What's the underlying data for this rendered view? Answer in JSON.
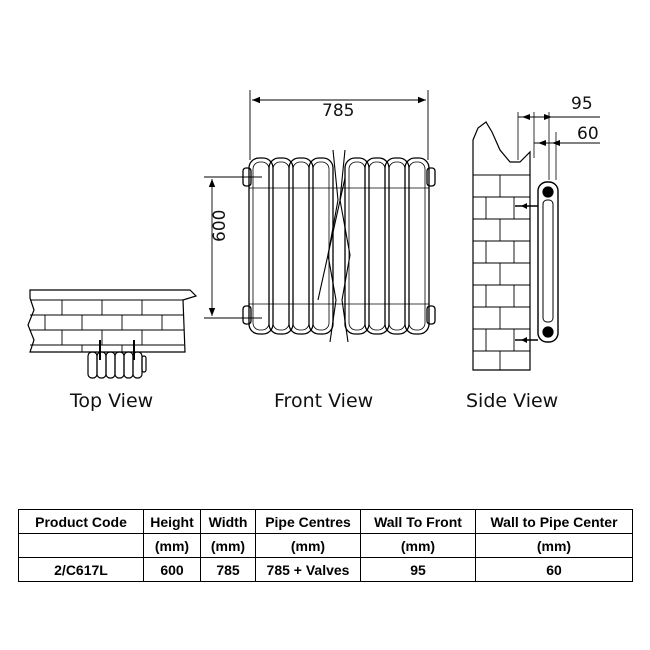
{
  "dimensions": {
    "overall_width": "785",
    "height": "600",
    "wall_to_front": "95",
    "wall_to_pipe": "60"
  },
  "views": {
    "top": "Top View",
    "front": "Front View",
    "side": "Side View"
  },
  "table": {
    "headers": [
      "Product  Code",
      "Height",
      "Width",
      "Pipe Centres",
      "Wall To Front",
      "Wall to Pipe Center"
    ],
    "units": [
      "",
      "(mm)",
      "(mm)",
      "(mm)",
      "(mm)",
      "(mm)"
    ],
    "rows": [
      [
        "2/C617L",
        "600",
        "785",
        "785 + Valves",
        "95",
        "60"
      ]
    ]
  }
}
